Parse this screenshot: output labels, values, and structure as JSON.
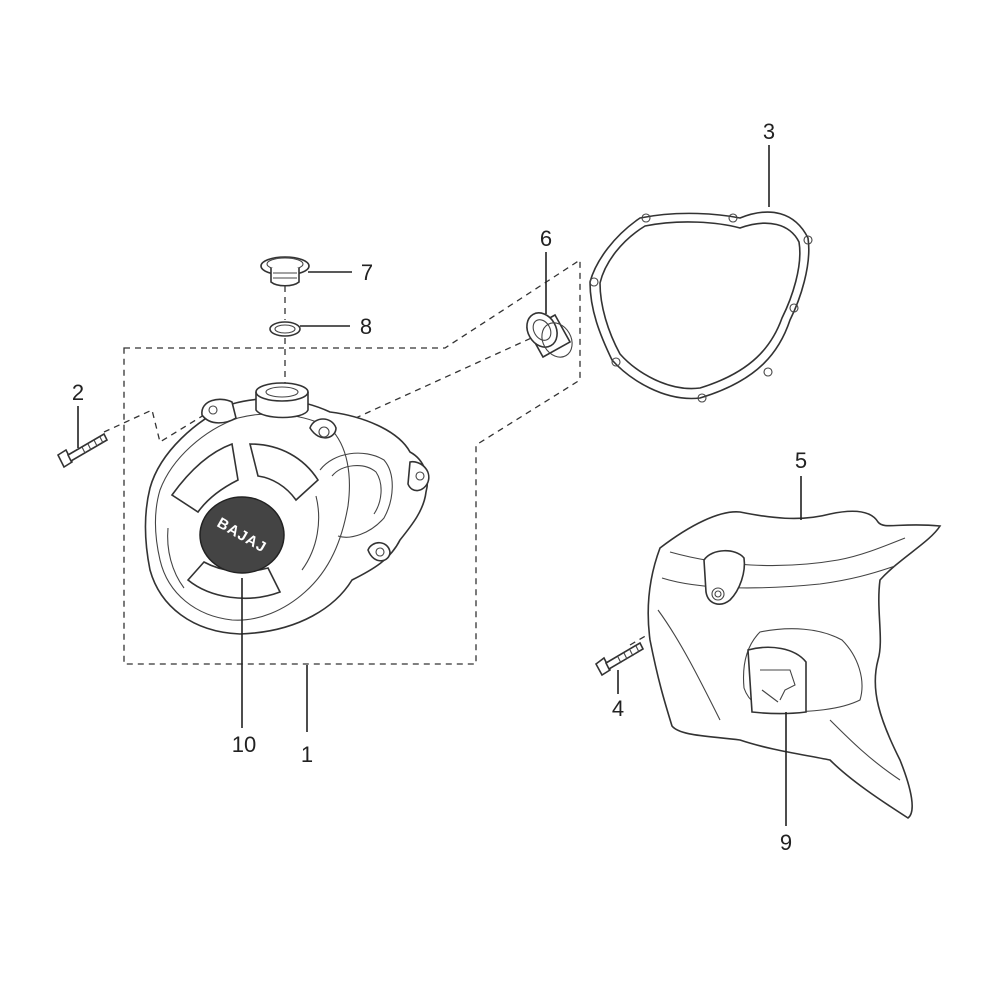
{
  "diagram": {
    "logo_text": "BAJAJ",
    "callouts": [
      {
        "id": "c1",
        "label": "1"
      },
      {
        "id": "c2",
        "label": "2"
      },
      {
        "id": "c3",
        "label": "3"
      },
      {
        "id": "c4",
        "label": "4"
      },
      {
        "id": "c5",
        "label": "5"
      },
      {
        "id": "c6",
        "label": "6"
      },
      {
        "id": "c7",
        "label": "7"
      },
      {
        "id": "c8",
        "label": "8"
      },
      {
        "id": "c9",
        "label": "9"
      },
      {
        "id": "c10",
        "label": "10"
      }
    ]
  }
}
